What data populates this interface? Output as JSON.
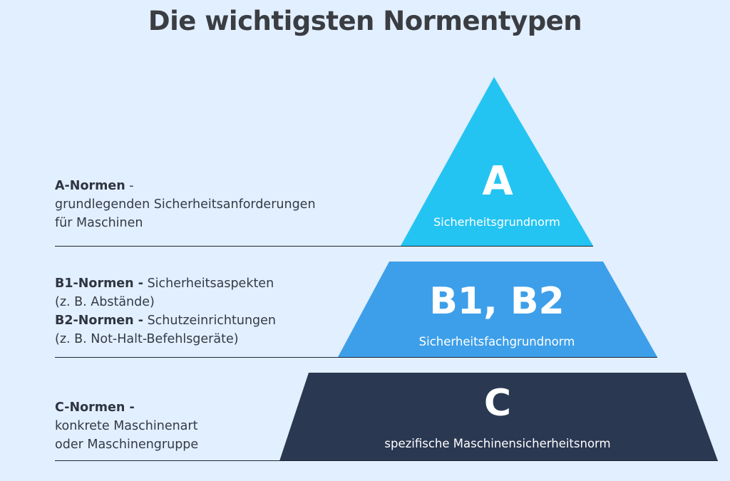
{
  "title": "Die wichtigsten Normentypen",
  "tiers": [
    {
      "letter": "A",
      "subtitle": "Sicherheitsgrundnorm",
      "color": "#24c4f2",
      "desc": {
        "heading": "A-Normen",
        "heading_suffix": " -",
        "lines": [
          "grundlegenden Sicherheitsanforderungen",
          "für Maschinen"
        ]
      }
    },
    {
      "letter": "B1, B2",
      "subtitle": "Sicherheitsfachgrundnorm",
      "color": "#3d9fe9",
      "desc": {
        "b1_heading": "B1-Normen -",
        "b1_text": " Sicherheitsaspekten",
        "b1_line2": "(z. B. Abstände)",
        "b2_heading": "B2-Normen -",
        "b2_text": " Schutzeinrichtungen",
        "b2_line2": "(z. B. Not-Halt-Befehlsgeräte)"
      }
    },
    {
      "letter": "C",
      "subtitle": "spezifische Maschinensicherheitsnorm",
      "color": "#2a3852",
      "desc": {
        "heading": "C-Normen -",
        "lines": [
          "konkrete Maschinenart",
          "oder Maschinengruppe"
        ]
      }
    }
  ]
}
